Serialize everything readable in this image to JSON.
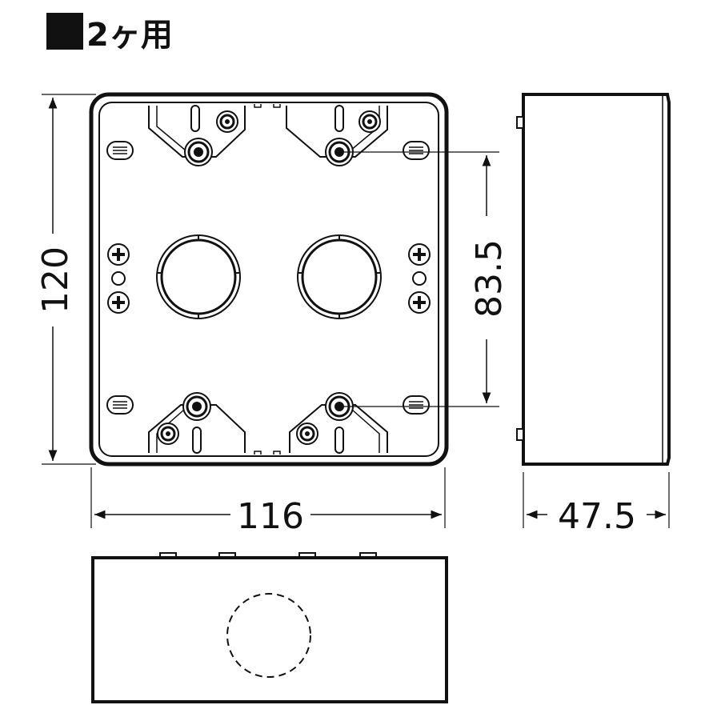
{
  "title": "2ヶ用",
  "dimensions": {
    "height": "120",
    "width": "116",
    "screw_pitch": "83.5",
    "depth": "47.5"
  }
}
